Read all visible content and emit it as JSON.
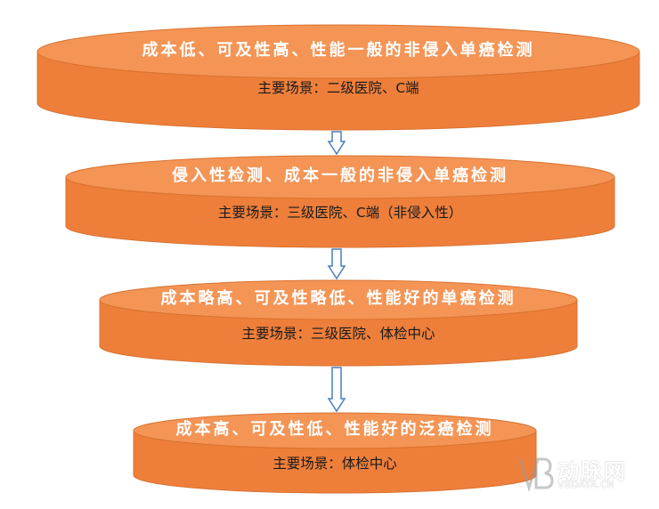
{
  "colors": {
    "disc_top": "#F49556",
    "disc_side": "#EE7F3B",
    "disc_edge": "#D9722F",
    "arrow_fill": "#FFFFFF",
    "arrow_stroke": "#4A7EBB"
  },
  "stages": [
    {
      "title": "成本低、可及性高、性能一般的非侵入单癌检测",
      "scene": "主要场景：二级医院、C端"
    },
    {
      "title": "侵入性检测、成本一般的非侵入单癌检测",
      "scene": "主要场景：三级医院、C端（非侵入性）"
    },
    {
      "title": "成本略高、可及性略低、性能好的单癌检测",
      "scene": "主要场景：三级医院、体检中心"
    },
    {
      "title": "成本高、可及性低、性能好的泛癌检测",
      "scene": "主要场景：体检中心"
    }
  ],
  "arrows": [
    {
      "from": 0,
      "to": 1,
      "icon": "down-arrow-icon"
    },
    {
      "from": 1,
      "to": 2,
      "icon": "down-arrow-icon"
    },
    {
      "from": 2,
      "to": 3,
      "icon": "down-arrow-icon"
    }
  ],
  "watermark": {
    "brand": "动脉网",
    "url": "VBDATA.CN"
  }
}
